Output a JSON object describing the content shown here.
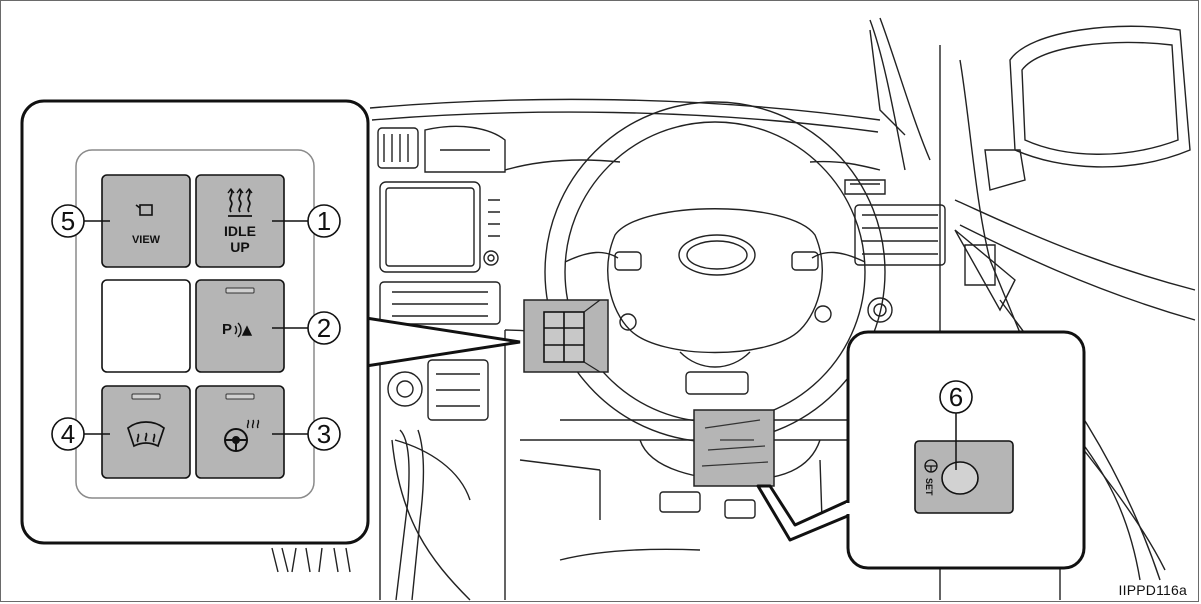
{
  "figure_code": "IIPPD116a",
  "callouts": [
    "1",
    "2",
    "3",
    "4",
    "5",
    "6"
  ],
  "buttons": {
    "idle_up": {
      "line1": "IDLE",
      "line2": "UP",
      "icon": "heater-waves-icon"
    },
    "view": {
      "label": "VIEW",
      "icon": "camera-view-icon"
    },
    "parking_sensor": {
      "label": "P",
      "icon": "parking-sensor-icon"
    },
    "heated_steering": {
      "icon": "heated-steering-wheel-icon"
    },
    "windshield_deicer": {
      "icon": "windshield-deicer-icon"
    },
    "blank": {
      "icon": ""
    }
  },
  "set_switch": {
    "label": "SET",
    "icon": "steering-set-icon"
  },
  "colors": {
    "button_fill": "#b5b5b5",
    "outline": "#111111",
    "panel_border": "#6a6a6a"
  }
}
